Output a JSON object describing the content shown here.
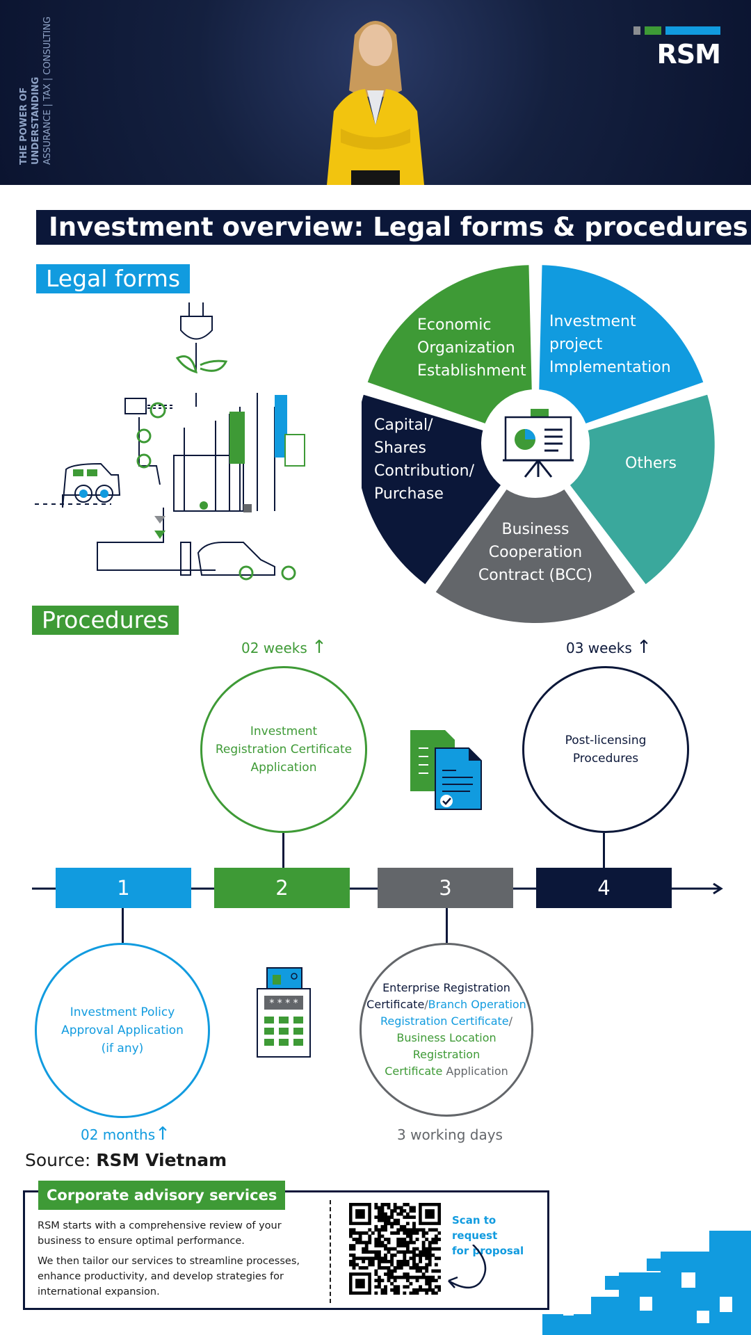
{
  "brand": {
    "tagline_line1": "THE POWER OF UNDERSTANDING",
    "tagline_line2": "ASSURANCE | TAX | CONSULTING",
    "logo": "RSM"
  },
  "title": "Investment overview: Legal forms & procedures",
  "legal_forms": {
    "heading": "Legal forms",
    "items": [
      {
        "label": [
          "Economic",
          "Organization",
          "Establishment"
        ],
        "color": "#119bdf"
      },
      {
        "label": [
          "Investment",
          "project",
          "Implementation"
        ],
        "color": "#3aa89c"
      },
      {
        "label": [
          "Others"
        ],
        "color": "#63666a"
      },
      {
        "label": [
          "Business",
          "Cooperation",
          "Contract (BCC)"
        ],
        "color": "#0b1739"
      },
      {
        "label": [
          "Capital/",
          "Shares",
          "Contribution/",
          "Purchase"
        ],
        "color": "#3e9a36"
      }
    ],
    "center_icon": "presentation-board-icon"
  },
  "procedures": {
    "heading": "Procedures",
    "steps": [
      {
        "number": "1",
        "color": "#119bdf",
        "duration": "02 months",
        "title": [
          "Investment Policy",
          "Approval Application",
          "(if any)"
        ]
      },
      {
        "number": "2",
        "color": "#3e9a36",
        "duration": "02 weeks",
        "title": [
          "Investment",
          "Registration Certificate",
          "Application"
        ]
      },
      {
        "number": "3",
        "color": "#63666a",
        "duration": "3 working days",
        "title_parts": [
          {
            "text": "Enterprise Registration",
            "color": "#0b1739"
          },
          {
            "text": "Certificate",
            "color": "#0b1739"
          },
          {
            "text": "/",
            "color": "#63666a"
          },
          {
            "text": "Branch Operation",
            "color": "#119bdf"
          },
          {
            "text": "Registration Certificate",
            "color": "#119bdf"
          },
          {
            "text": "/",
            "color": "#63666a"
          },
          {
            "text": "Business Location Registration",
            "color": "#3e9a36"
          },
          {
            "text": "Certificate",
            "color": "#3e9a36"
          },
          {
            "text": "Application",
            "color": "#63666a"
          }
        ]
      },
      {
        "number": "4",
        "color": "#0b1739",
        "duration": "03 weeks",
        "title": [
          "Post-licensing",
          "Procedures"
        ]
      }
    ],
    "arrow_glyph": "↑"
  },
  "source": {
    "prefix": "Source:",
    "name": "RSM Vietnam"
  },
  "corporate": {
    "tag": "Corporate advisory services",
    "para1": "RSM starts with a comprehensive review of your business to ensure optimal performance.",
    "para2": "We then tailor our services to streamline processes, enhance productivity, and develop strategies for international expansion.",
    "scan_line1": "Scan to request",
    "scan_line2": "for proposal"
  },
  "colors": {
    "navy": "#0b1739",
    "blue": "#119bdf",
    "green": "#3e9a36",
    "teal": "#3aa89c",
    "grey": "#63666a"
  }
}
